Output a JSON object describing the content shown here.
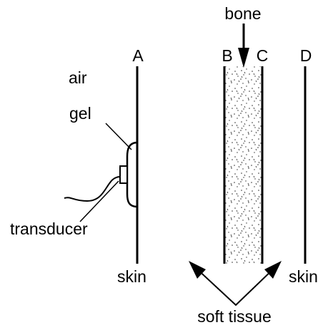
{
  "labels": {
    "bone": "bone",
    "a": "A",
    "b": "B",
    "c": "C",
    "d": "D",
    "air": "air",
    "gel": "gel",
    "transducer": "transducer",
    "skin_left": "skin",
    "skin_right": "skin",
    "soft_tissue": "soft tissue"
  }
}
